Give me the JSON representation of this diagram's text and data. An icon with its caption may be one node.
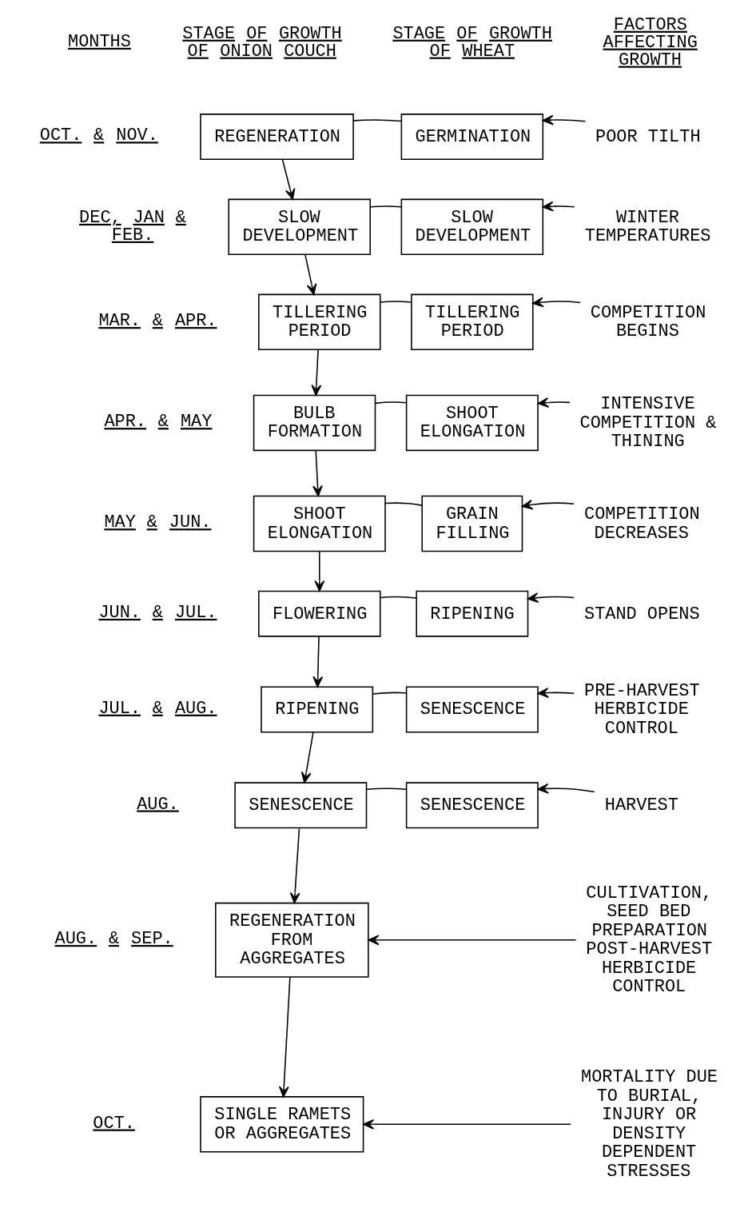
{
  "diagram": {
    "nodes": [
      {
        "text": [
          "REGENERATION"
        ]
      },
      {
        "text": [
          "GERMINATION"
        ]
      },
      {
        "text": [
          "POOR TILTH"
        ]
      },
      {
        "text": [
          "SLOW DEVELOPMENT"
        ]
      },
      {
        "text": [
          "SLOW DEVELOPMENT"
        ]
      },
      {
        "text": [
          "WINTER TEMPERATURES"
        ]
      },
      {
        "text": [
          "TILLERING PERIOD"
        ]
      },
      {
        "text": [
          "TILLERING PERIOD"
        ]
      },
      {
        "text": [
          "COMPETITION BEGINS"
        ]
      },
      {
        "text": [
          "BULB FORMATION"
        ]
      },
      {
        "text": [
          "SHOOT ELONGATION"
        ]
      },
      {
        "text": [
          "INTENSIVE COMPETITION & THINING"
        ]
      },
      {
        "text": [
          "SHOOT ELONGATION"
        ]
      },
      {
        "text": [
          "GRAIN FILLING"
        ]
      },
      {
        "text": [
          "COMPETITION DECREASES"
        ]
      },
      {
        "text": [
          "FLOWERING"
        ]
      },
      {
        "text": [
          "RIPENING"
        ]
      },
      {
        "text": [
          "STAND OPENS"
        ]
      },
      {
        "text": [
          "RIPENING"
        ]
      },
      {
        "text": [
          "SENESCENCE"
        ]
      },
      {
        "text": [
          "PRE-HARVEST HERBICIDE CONTROL"
        ]
      },
      {
        "text": [
          "SENESCENCE"
        ]
      },
      {
        "text": [
          "SENESCENCE"
        ]
      },
      {
        "text": [
          "HARVEST"
        ]
      },
      {
        "text": [
          "REGENERATION FROM AGGREGATES"
        ]
      },
      {
        "text": [
          "CULTIVATION, SEED BED PREPARATION POST-HARVEST HERBICIDE CONTROL"
        ]
      },
      {
        "text": [
          "SINGLE RAMETS OR AGGREGATES"
        ]
      },
      {
        "text": [
          "MORTALITY DUE TO BURIAL, INJURY OR DENSITY DEPENDENT STRESSES"
        ]
      }
    ],
    "edges": [
      {
        "from": 0,
        "to": 1,
        "arrow": "none"
      },
      {
        "from": 2,
        "to": 1,
        "arrow": "to"
      },
      {
        "from": 0,
        "to": 3,
        "arrow": "to"
      },
      {
        "from": 3,
        "to": 4,
        "arrow": "none"
      },
      {
        "from": 5,
        "to": 4,
        "arrow": "to"
      },
      {
        "from": 3,
        "to": 6,
        "arrow": "to"
      },
      {
        "from": 6,
        "to": 7,
        "arrow": "none"
      },
      {
        "from": 8,
        "to": 7,
        "arrow": "to"
      },
      {
        "from": 6,
        "to": 9,
        "arrow": "to"
      },
      {
        "from": 9,
        "to": 10,
        "arrow": "none"
      },
      {
        "from": 11,
        "to": 10,
        "arrow": "to"
      },
      {
        "from": 9,
        "to": 12,
        "arrow": "to"
      },
      {
        "from": 12,
        "to": 13,
        "arrow": "none"
      },
      {
        "from": 14,
        "to": 13,
        "arrow": "to"
      },
      {
        "from": 12,
        "to": 15,
        "arrow": "to"
      },
      {
        "from": 15,
        "to": 16,
        "arrow": "none"
      },
      {
        "from": 17,
        "to": 16,
        "arrow": "to"
      },
      {
        "from": 15,
        "to": 18,
        "arrow": "to"
      },
      {
        "from": 18,
        "to": 19,
        "arrow": "none"
      },
      {
        "from": 20,
        "to": 19,
        "arrow": "to"
      },
      {
        "from": 18,
        "to": 21,
        "arrow": "to"
      },
      {
        "from": 21,
        "to": 22,
        "arrow": "none"
      },
      {
        "from": 23,
        "to": 22,
        "arrow": "to"
      },
      {
        "from": 21,
        "to": 24,
        "arrow": "to"
      },
      {
        "from": 25,
        "to": 24,
        "arrow": "to"
      },
      {
        "from": 24,
        "to": 26,
        "arrow": "to"
      },
      {
        "from": 27,
        "to": 26,
        "arrow": "to"
      }
    ],
    "labels": [
      "MONTHS",
      "STAGE OF GROWTH OF ONION COUCH",
      "STAGE OF GROWTH OF WHEAT",
      "FACTORS AFFECTING GROWTH",
      "OCT. & NOV.",
      "DEC, JAN & FEB.",
      "MAR. & APR.",
      "APR. & MAY",
      "MAY & JUN.",
      "JUN. & JUL.",
      "JUL. & AUG.",
      "AUG.",
      "AUG. & SEP.",
      "OCT."
    ]
  }
}
